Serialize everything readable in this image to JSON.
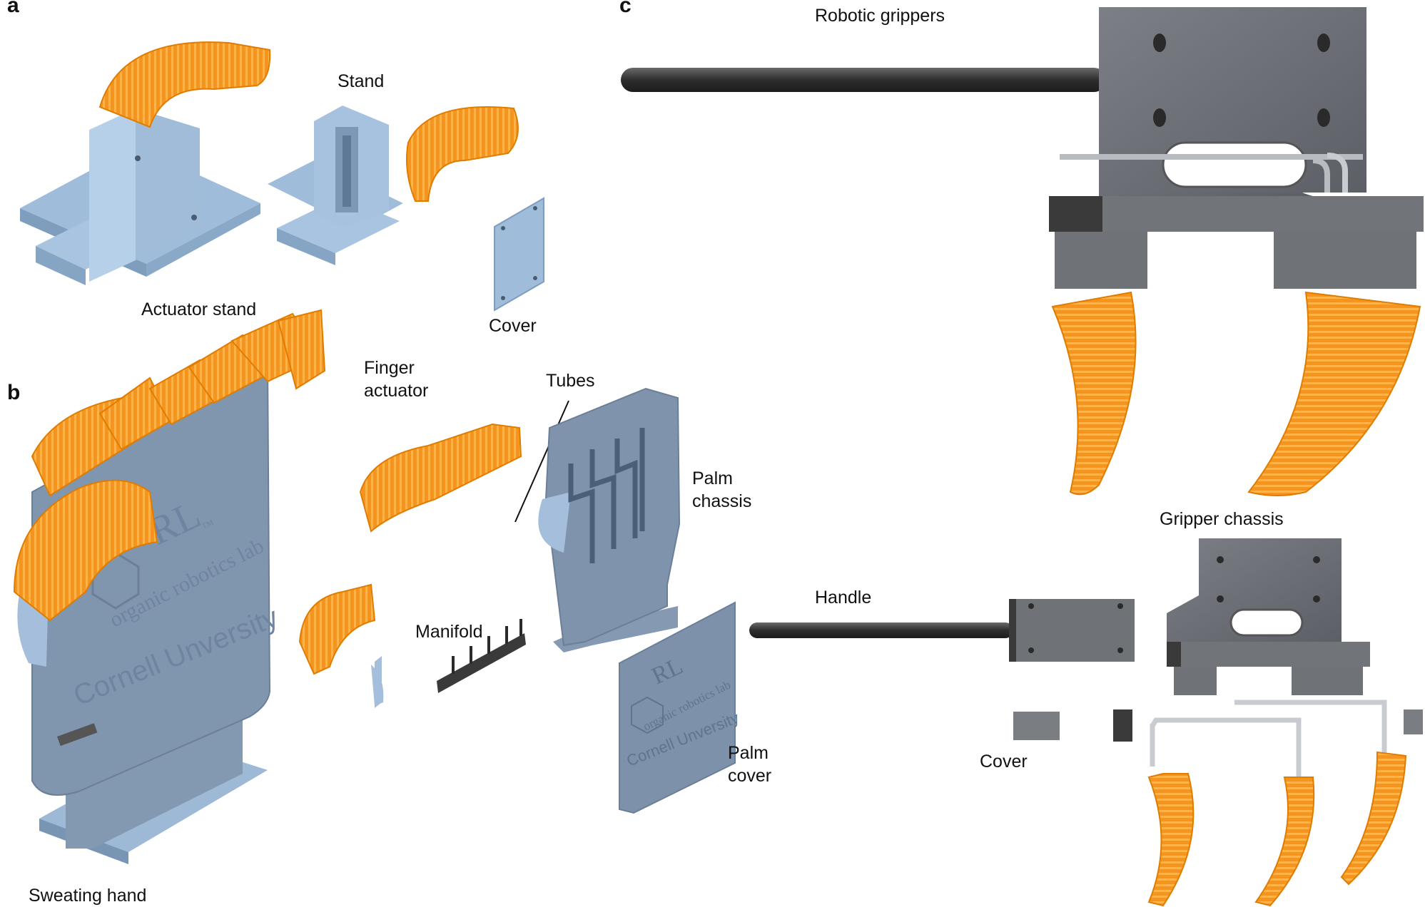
{
  "panels": {
    "a": "a",
    "b": "b",
    "c": "c"
  },
  "labels": {
    "stand": "Stand",
    "actuator_stand": "Actuator stand",
    "cover_a": "Cover",
    "finger_actuator_1": "Finger",
    "finger_actuator_2": "actuator",
    "tubes": "Tubes",
    "palm_chassis_1": "Palm",
    "palm_chassis_2": "chassis",
    "manifold": "Manifold",
    "palm_cover_1": "Palm",
    "palm_cover_2": "cover",
    "sweating_hand": "Sweating hand",
    "robotic_grippers": "Robotic grippers",
    "gripper_chassis": "Gripper chassis",
    "handle": "Handle",
    "cover_c": "Cover"
  },
  "engraving": {
    "logo": "RL",
    "tm": "TM",
    "lab": "organic robotics lab",
    "university": "Cornell Unversity"
  },
  "colors": {
    "stand_blue": "#a8c4e0",
    "chassis_gray": "#7f93ac",
    "gripper_gray": "#6f7378",
    "actuator_orange": "#f7941d",
    "rod_dark": "#3a3a3a"
  }
}
